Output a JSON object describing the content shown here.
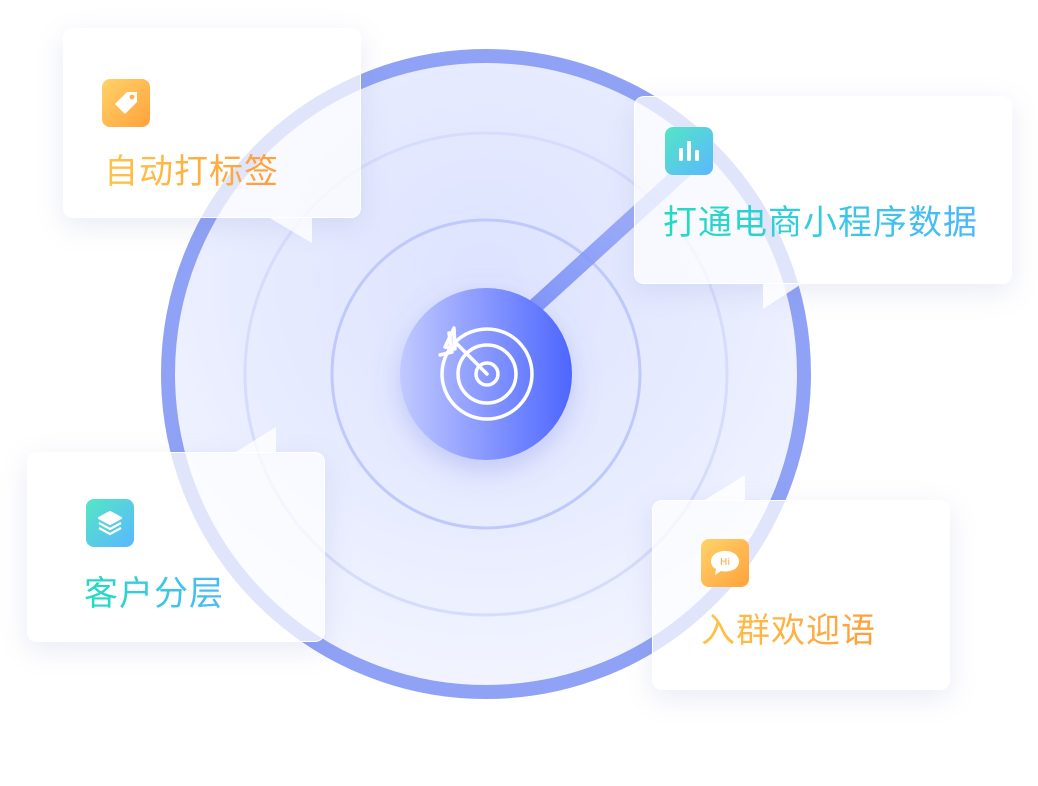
{
  "center": {
    "icon": "target-arrow-icon"
  },
  "features": [
    {
      "label": "自动打标签",
      "icon": "tag-icon",
      "color": "#ffa93a"
    },
    {
      "label": "打通电商小程序数据",
      "icon": "bar-chart-icon",
      "color": "#2fd3c6"
    },
    {
      "label": "客户分层",
      "icon": "layers-icon",
      "color": "#2fd3c6"
    },
    {
      "label": "入群欢迎语",
      "icon": "hi-chat-icon",
      "color": "#ffa93a",
      "badge": "Hi"
    }
  ],
  "colors": {
    "ring": "#8fa2f5",
    "center_start": "#b9c2ff",
    "center_end": "#4f67ff",
    "orange": "#ffa93a",
    "teal": "#2fd3c6"
  }
}
